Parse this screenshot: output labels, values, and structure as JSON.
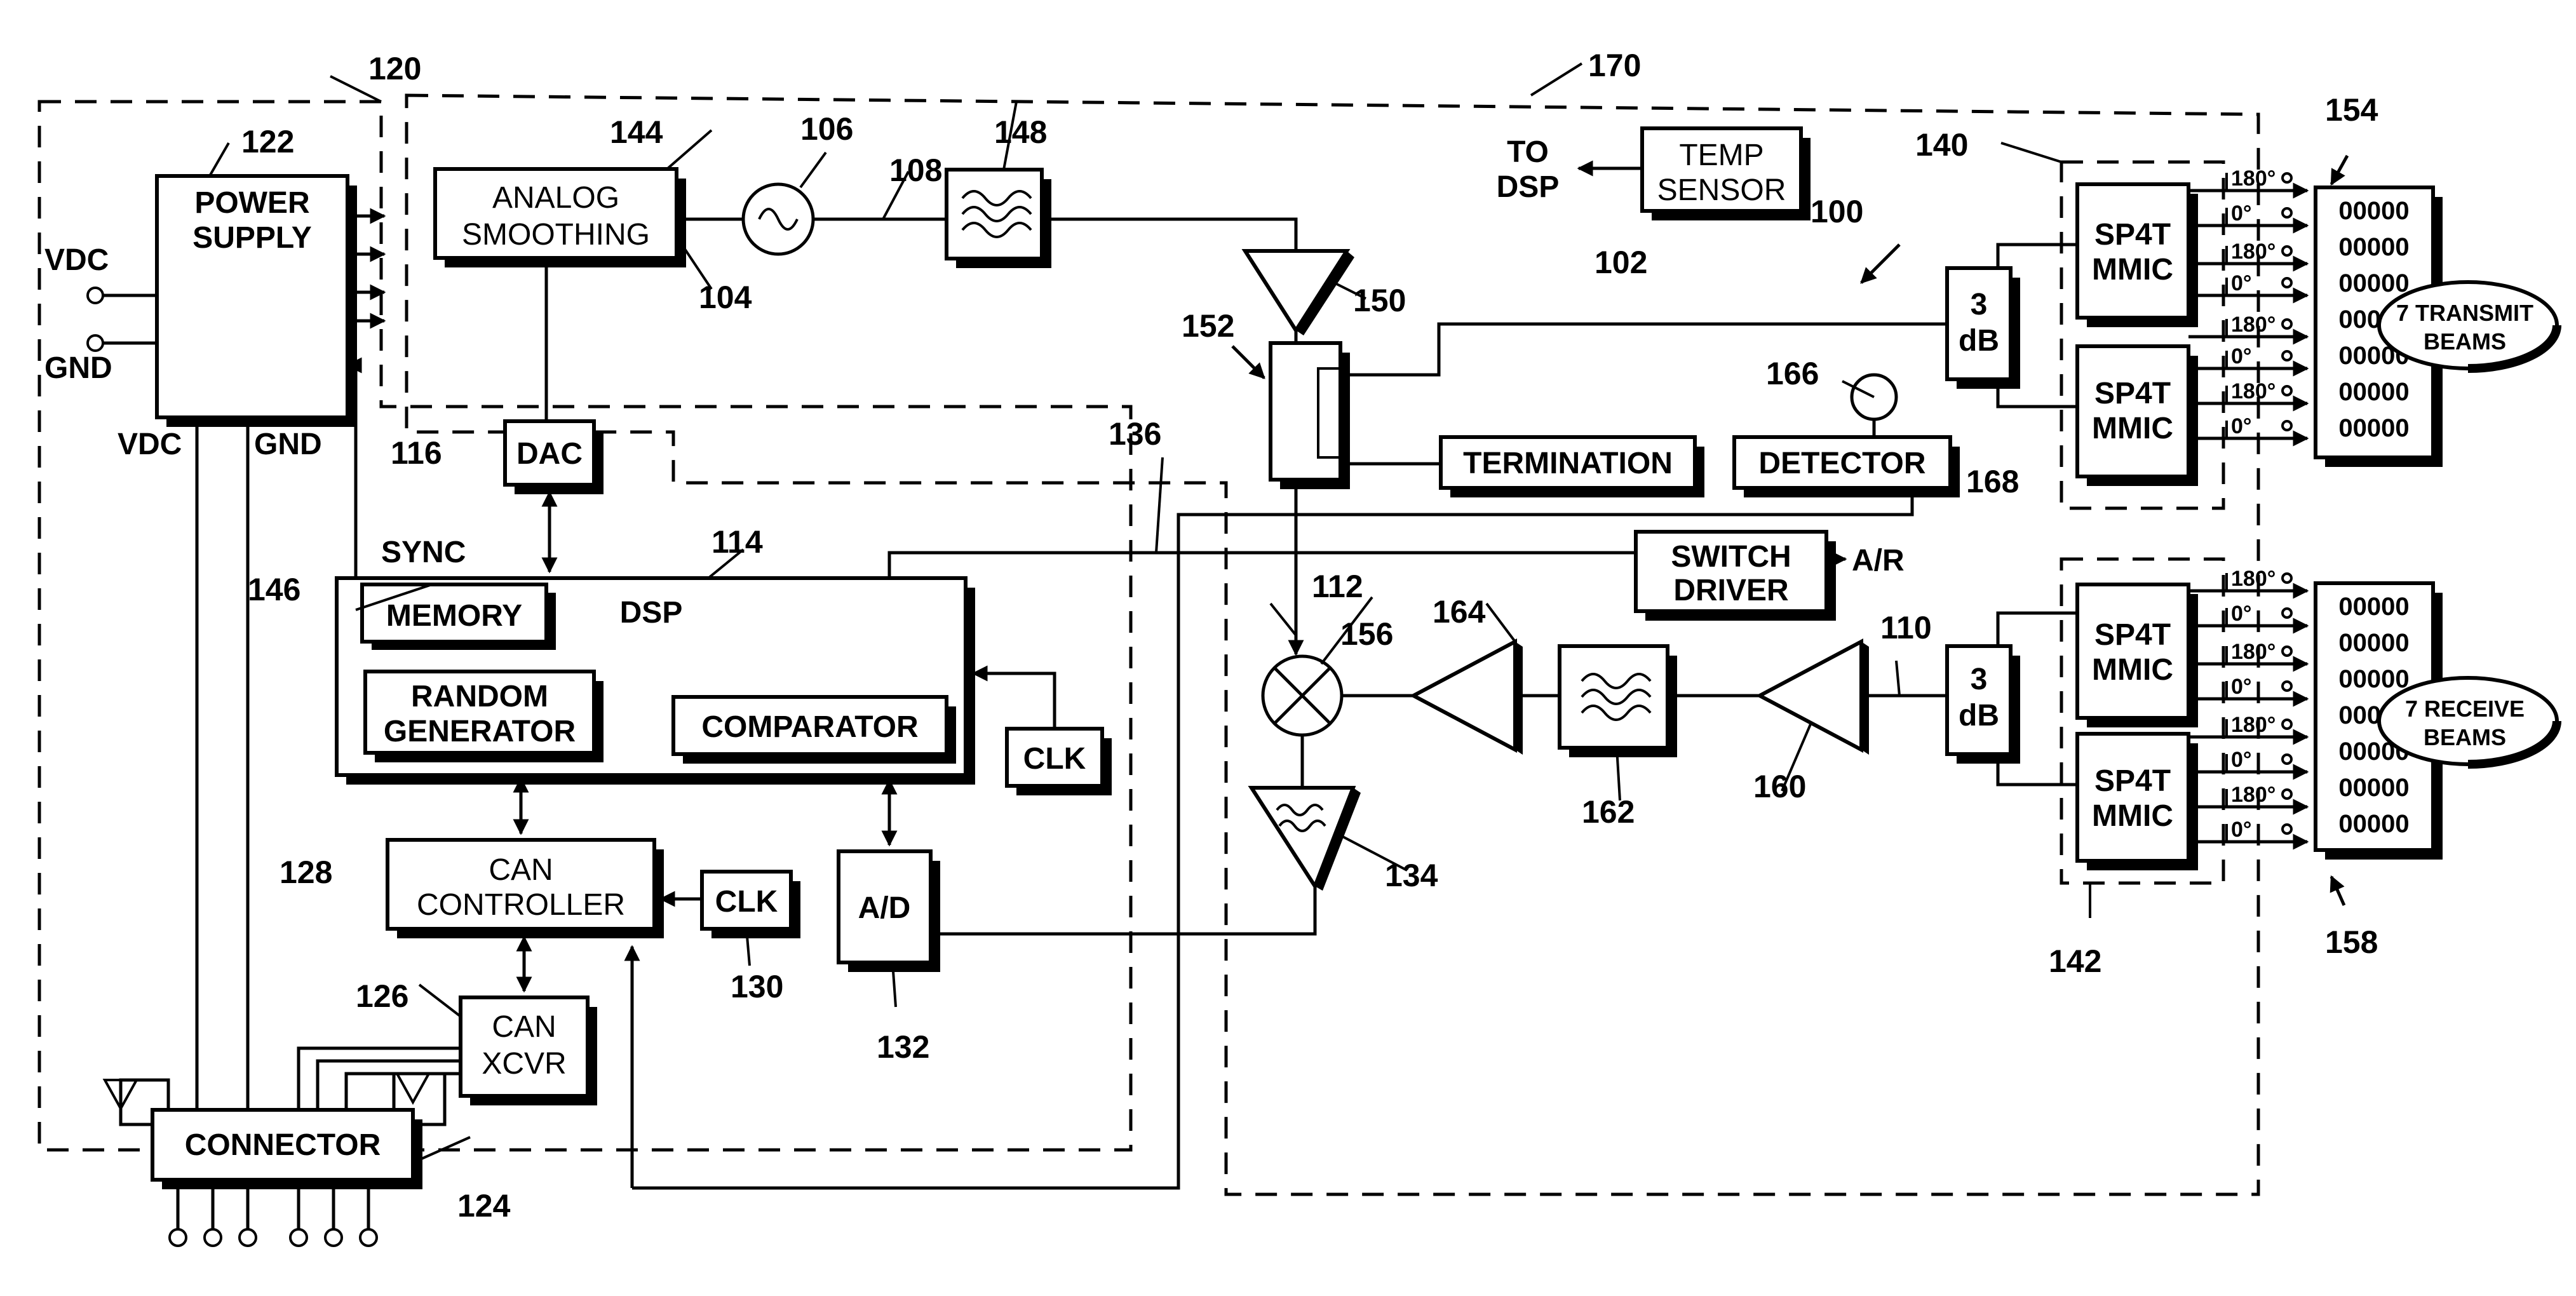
{
  "diagram": {
    "blocks": {
      "power_supply": [
        "POWER",
        "SUPPLY"
      ],
      "analog_smoothing": [
        "ANALOG",
        "SMOOTHING"
      ],
      "temp_sensor": [
        "TEMP",
        "SENSOR"
      ],
      "to_dsp": [
        "TO",
        "DSP"
      ],
      "dac": "DAC",
      "memory": "MEMORY",
      "dsp": "DSP",
      "random_generator": [
        "RANDOM",
        "GENERATOR"
      ],
      "comparator": "COMPARATOR",
      "clk_dsp": "CLK",
      "clk_can": "CLK",
      "can_controller": [
        "CAN",
        "CONTROLLER"
      ],
      "can_xcvr": [
        "CAN",
        "XCVR"
      ],
      "connector": "CONNECTOR",
      "ad": "A/D",
      "termination": "TERMINATION",
      "detector": "DETECTOR",
      "switch_driver": [
        "SWITCH",
        "DRIVER"
      ],
      "ar": "A/R",
      "coupler_3db_tx": [
        "3",
        "dB"
      ],
      "coupler_3db_rx": [
        "3",
        "dB"
      ],
      "sp4t": [
        "SP4T",
        "MMIC"
      ],
      "transmit_beams": [
        "7 TRANSMIT",
        "BEAMS"
      ],
      "receive_beams": [
        "7 RECEIVE",
        "BEAMS"
      ],
      "vdc": "VDC",
      "gnd": "GND",
      "sync": "SYNC"
    },
    "phase_labels": [
      "180°",
      "0°",
      "180°",
      "0°",
      "180°",
      "0°",
      "180°",
      "0°"
    ],
    "bit_codes": [
      "00000",
      "00000",
      "00000",
      "00000",
      "00000",
      "00000",
      "00000"
    ],
    "refs": {
      "r100": "100",
      "r102": "102",
      "r104": "104",
      "r106": "106",
      "r108": "108",
      "r110": "110",
      "r112": "112",
      "r114": "114",
      "r116": "116",
      "r120": "120",
      "r122": "122",
      "r124": "124",
      "r126": "126",
      "r128": "128",
      "r130": "130",
      "r132": "132",
      "r134": "134",
      "r136": "136",
      "r140": "140",
      "r142": "142",
      "r144": "144",
      "r146": "146",
      "r148": "148",
      "r150": "150",
      "r152": "152",
      "r154": "154",
      "r156": "156",
      "r158": "158",
      "r160": "160",
      "r162": "162",
      "r164": "164",
      "r166": "166",
      "r168": "168",
      "r170": "170"
    }
  }
}
